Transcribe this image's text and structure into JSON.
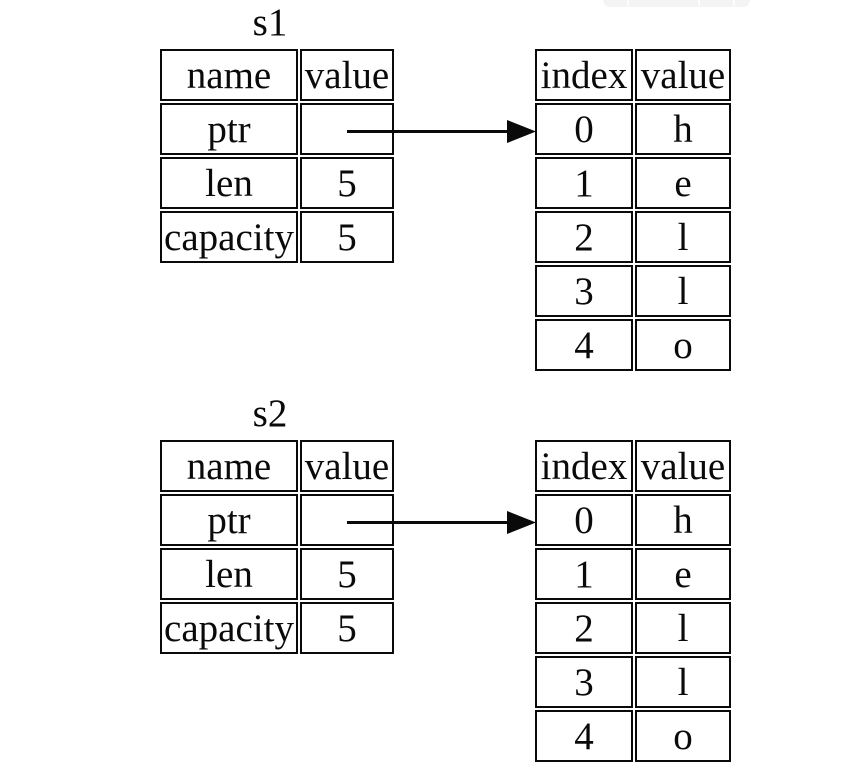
{
  "page": {
    "background": "#ffffff",
    "line_color": "#0a0a0a",
    "toolbar_fragment_color": "#f4f4f5"
  },
  "sections": [
    {
      "title": "s1",
      "stack_table": {
        "headers": [
          "name",
          "value"
        ],
        "rows": [
          [
            "ptr",
            ""
          ],
          [
            "len",
            "5"
          ],
          [
            "capacity",
            "5"
          ]
        ]
      },
      "heap_table": {
        "headers": [
          "index",
          "value"
        ],
        "rows": [
          [
            "0",
            "h"
          ],
          [
            "1",
            "e"
          ],
          [
            "2",
            "l"
          ],
          [
            "3",
            "l"
          ],
          [
            "4",
            "o"
          ]
        ]
      }
    },
    {
      "title": "s2",
      "stack_table": {
        "headers": [
          "name",
          "value"
        ],
        "rows": [
          [
            "ptr",
            ""
          ],
          [
            "len",
            "5"
          ],
          [
            "capacity",
            "5"
          ]
        ]
      },
      "heap_table": {
        "headers": [
          "index",
          "value"
        ],
        "rows": [
          [
            "0",
            "h"
          ],
          [
            "1",
            "e"
          ],
          [
            "2",
            "l"
          ],
          [
            "3",
            "l"
          ],
          [
            "4",
            "o"
          ]
        ]
      }
    }
  ]
}
